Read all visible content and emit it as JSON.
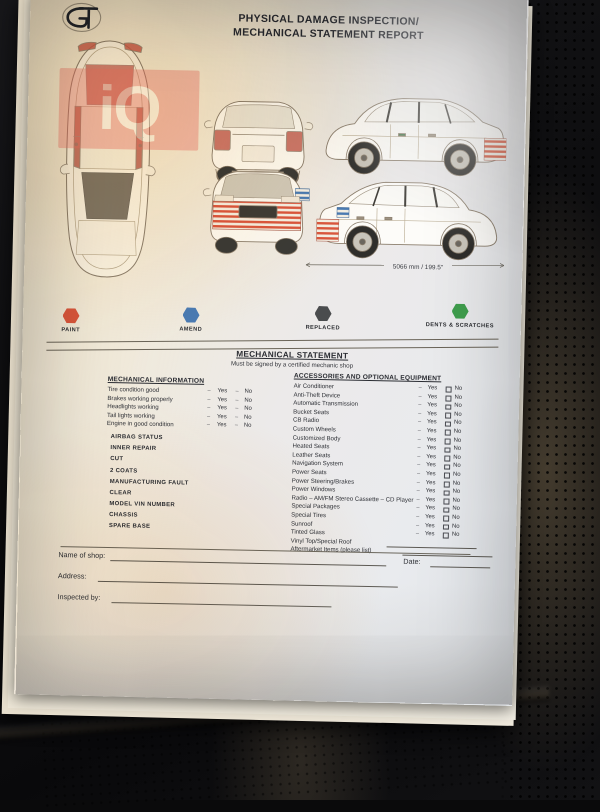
{
  "scene": {
    "background": "perforated-black-leather-car-seat",
    "surface_color": "#101012"
  },
  "document": {
    "logo_text": "GT",
    "title_line1": "PHYSICAL DAMAGE INSPECTION/",
    "title_line2": "MECHANICAL STATEMENT REPORT",
    "watermark_text": "iQ",
    "watermark_color": "#e8736a",
    "paper_color": "#efe7d3"
  },
  "diagram": {
    "dimension_label": "5066 mm / 199.5\"",
    "views": [
      {
        "name": "top-view",
        "label": "top"
      },
      {
        "name": "rear-view",
        "label": "rear"
      },
      {
        "name": "front-view",
        "label": "front"
      },
      {
        "name": "side-view-left",
        "label": "side left"
      },
      {
        "name": "side-view-right",
        "label": "side right"
      }
    ]
  },
  "legend": {
    "items": [
      {
        "label": "PAINT",
        "color": "#d9573d"
      },
      {
        "label": "AMEND",
        "color": "#4a7bb5"
      },
      {
        "label": "REPLACED",
        "color": "#4a4c4e"
      },
      {
        "label": "DENTS & SCRATCHES",
        "color": "#3f9e4d"
      }
    ]
  },
  "mechanical_statement": {
    "title": "MECHANICAL STATEMENT",
    "subtitle": "Must be signed by a certified mechanic shop"
  },
  "mechanical_information": {
    "heading": "MECHANICAL INFORMATION",
    "yes_label": "Yes",
    "no_label": "No",
    "checklist": [
      "Tire condition good",
      "Brakes working properly",
      "Headlights working",
      "Tail lights working",
      "Engine in good condition"
    ],
    "fields": [
      "AIRBAG STATUS",
      "INNER REPAIR",
      "CUT",
      "2 COATS",
      "MANUFACTURING FAULT",
      "CLEAR",
      "MODEL VIN  NUMBER",
      "CHASSIS",
      "SPARE BASE"
    ]
  },
  "accessories": {
    "heading": "ACCESSORIES AND OPTIONAL EQUIPMENT",
    "yes_label": "Yes",
    "no_label": "No",
    "items": [
      {
        "label": "Air Conditioner",
        "has_checkboxes": true
      },
      {
        "label": "Anti-Theft Device",
        "has_checkboxes": true
      },
      {
        "label": "Automatic Transmission",
        "has_checkboxes": true
      },
      {
        "label": "Bucket Seats",
        "has_checkboxes": true
      },
      {
        "label": "CB Radio",
        "has_checkboxes": true
      },
      {
        "label": "Custom Wheels",
        "has_checkboxes": true
      },
      {
        "label": "Customized Body",
        "has_checkboxes": true
      },
      {
        "label": "Heated Seats",
        "has_checkboxes": true
      },
      {
        "label": "Leather Seats",
        "has_checkboxes": true
      },
      {
        "label": "Navigation System",
        "has_checkboxes": true
      },
      {
        "label": "Power Seats",
        "has_checkboxes": true
      },
      {
        "label": "Power Steering/Brakes",
        "has_checkboxes": true
      },
      {
        "label": "Power Windows",
        "has_checkboxes": true
      },
      {
        "label": "Radio – AM/FM Stereo Cassette – CD Player",
        "has_checkboxes": true
      },
      {
        "label": "Special Packages",
        "has_checkboxes": true
      },
      {
        "label": "Special Tires",
        "has_checkboxes": true
      },
      {
        "label": "Sunroof",
        "has_checkboxes": true
      },
      {
        "label": "Tinted Glass",
        "has_checkboxes": true
      },
      {
        "label": "Vinyl Top/Special Roof",
        "has_checkboxes": false
      },
      {
        "label": "Aftermarket Items (please list)",
        "has_checkboxes": false
      }
    ]
  },
  "form_fields": [
    {
      "label": "Name of shop:",
      "value": ""
    },
    {
      "label": "Date:",
      "value": ""
    },
    {
      "label": "Address:",
      "value": ""
    },
    {
      "label": "Inspected by:",
      "value": ""
    }
  ]
}
